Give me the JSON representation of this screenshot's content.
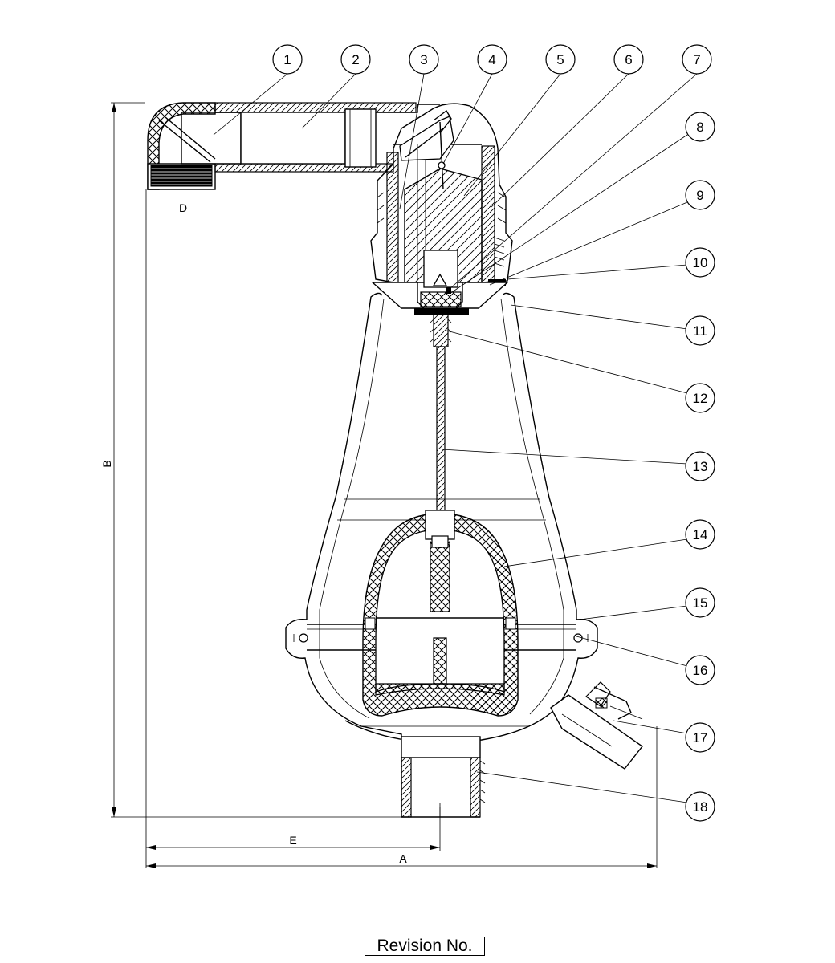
{
  "drawing": {
    "callouts": [
      "1",
      "2",
      "3",
      "4",
      "5",
      "6",
      "7",
      "8",
      "9",
      "10",
      "11",
      "12",
      "13",
      "14",
      "15",
      "16",
      "17",
      "18"
    ],
    "dimensions": {
      "a": "A",
      "b": "B",
      "d": "D",
      "e": "E"
    },
    "revision_label": "Revision No."
  }
}
